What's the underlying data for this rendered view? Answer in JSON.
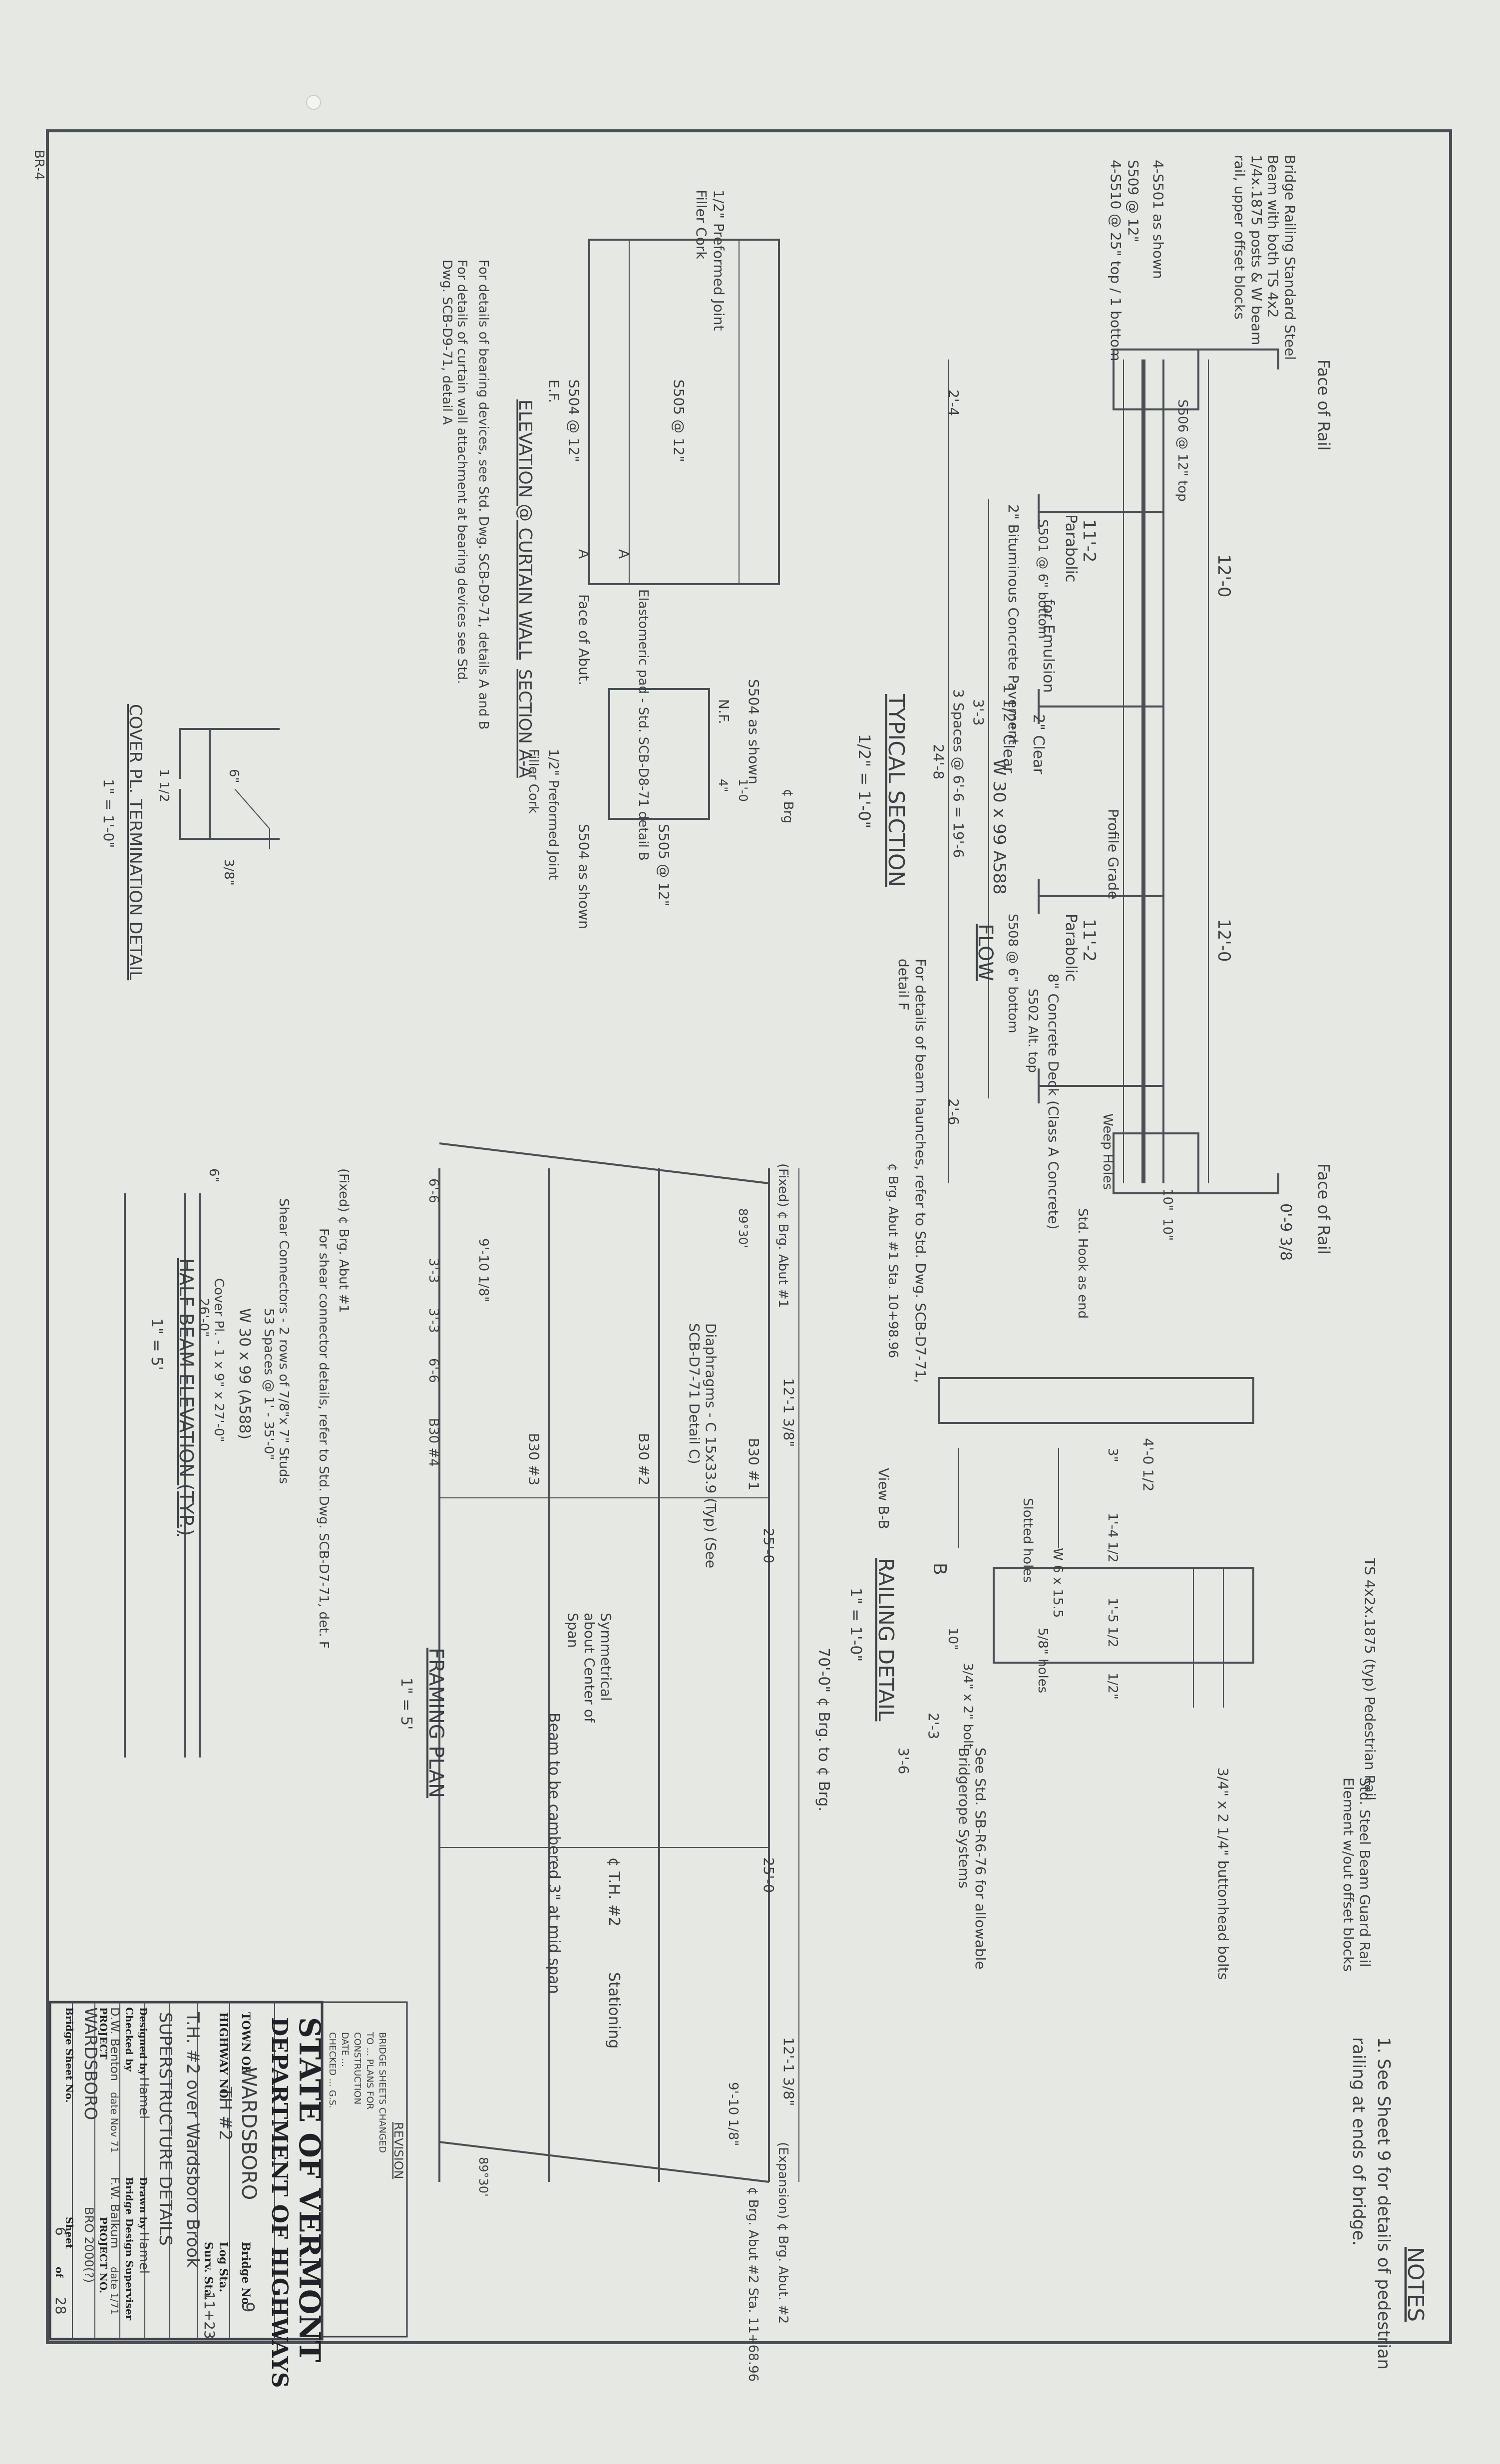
{
  "sheet_mark": "BR-4",
  "title_block": {
    "state": "STATE OF VERMONT",
    "department": "DEPARTMENT OF HIGHWAYS",
    "town_label": "TOWN OF",
    "town": "WARDSBORO",
    "bridge_label": "Bridge No.",
    "bridge_no": "9",
    "highway_label": "HIGHWAY NO.",
    "highway": "TH #2",
    "log_sta_label": "Log Sta.",
    "surv_sta_label": "Surv. Sta.",
    "surv_sta": "11+23",
    "crossing": "T.H. #2 over Wardsboro Brook",
    "sheet_title": "SUPERSTRUCTURE DETAILS",
    "designed_label": "Designed by",
    "designed": "Hamel",
    "drawn_label": "Drawn by",
    "drawn": "Hamel",
    "checked_label": "Checked by",
    "bridge_design_label": "Bridge Design Superviser",
    "checker": "D.W. Benton",
    "checked_date": "date Nov 71",
    "supervisor": "F.W. Balkum",
    "supervisor_date": "date 1/71",
    "project_label": "PROJECT",
    "project": "WARDSBORO",
    "project_no_label": "PROJECT NO.",
    "project_no": "BRO 2000(?)",
    "bridge_sheet_label": "Bridge Sheet No.",
    "sheet_label": "Sheet",
    "sheet_no": "6",
    "of_label": "of",
    "sheet_total": "28"
  },
  "revision_block": {
    "heading": "REVISION",
    "lines": [
      "BRIDGE SHEETS CHANGED",
      "TO ... PLANS FOR",
      "CONSTRUCTION",
      "DATE ...",
      "CHECKED ... G.S."
    ]
  },
  "notes": {
    "heading": "NOTES",
    "items": [
      "1. See Sheet 9 for details of pedestrian",
      "railing at ends of bridge."
    ]
  },
  "typical_section": {
    "title": "TYPICAL SECTION",
    "scale": "1/2\" = 1'-0\"",
    "face_of_rail_1": "Face of Rail",
    "face_of_rail_2": "Face of Rail",
    "width_left": "12'-0",
    "width_right": "12'-0",
    "dim_2_4": "2'-4",
    "dim_2_6": "2'-6",
    "dim_24_8": "24'-8",
    "dim_11_2a": "11'-2",
    "dim_11_2b": "11'-2",
    "dim_3_3": "3'-3",
    "spaces": "3 Spaces @ 6'-6 = 19'-6",
    "parabolic_1": "Parabolic",
    "parabolic_2": "Parabolic",
    "for_emulsion": "for Emulsion",
    "clear_1": "1 1/2\" Clear",
    "clear_2": "2\" Clear",
    "bituminous": "2\" Bituminous Concrete Pavement",
    "profile_grade": "Profile Grade",
    "deck": "8\" Concrete Deck (Class A Concrete)",
    "beam": "W 30 x 99 A588",
    "flow": "FLOW",
    "bars_s506": "S506 @ 12\" top",
    "bars_s501": "S501 @ 6\" bottom",
    "bars_s508": "S508 @ 6\" bottom",
    "bars_s502": "S502 Alt. top",
    "weep": "Weep Holes",
    "std_hook": "Std. Hook as end",
    "railing_left": "Bridge Railing Standard Steel Beam with both TS 4x2 1/4x.1875 posts & W beam rail, upper offset blocks",
    "bars_4s501": "4-S501 as shown",
    "bars_s509": "S509 @ 12\"",
    "bars_4s510": "4-S510 @ 25\" top / 1 bottom",
    "haunch_note": "For details of beam haunches, refer to Std. Dwg. SCB-D7-71, detail F",
    "dim_10a": "10\"",
    "dim_10b": "10\"",
    "dim_0_9": "0'-9 3/8"
  },
  "railing_detail": {
    "title": "RAILING DETAIL",
    "scale": "1\" = 1'-0\"",
    "ts_rail": "TS 4x2x.1875 (typ) Pedestrian Rail",
    "std_steel_beam": "Std. Steel Beam Guard Rail Element w/out offset blocks",
    "bolts": "3/4\" x 2 1/4\" buttonhead bolts",
    "see_sheet": "See Std. SB-R6-76 for allowable Bridgerope Systems",
    "dim_4_0": "4'-0 1/2",
    "dim_3": "3\"",
    "dim_1_4": "1'-4 1/2",
    "dim_1_5": "1'-5 1/2",
    "dim_1_2": "1/2\"",
    "dim_2_3": "2'-3",
    "dim_3_6": "3'-6",
    "dim_10": "10\"",
    "view": "View B-B",
    "b_mark": "B",
    "w6": "W 6 x 15.5",
    "holes": "5/8\" holes",
    "slotted": "Slotted holes",
    "bolt": "3/4\" x 2\" bolt"
  },
  "framing_plan": {
    "title": "FRAMING PLAN",
    "scale": "1\" = 5'",
    "span": "70'-0\" ¢ Brg. to ¢ Brg.",
    "span_a": "25'-0",
    "span_b": "25'-0",
    "end_a": "12'-1 3/8\"",
    "end_b": "12'-1 3/8\"",
    "skew_a": "9'-10 1/8\"",
    "skew_b": "9'-10 1/8\"",
    "beam_1": "B30 #1",
    "beam_2": "B30 #2",
    "beam_3": "B30 #3",
    "beam_4": "B30 #4",
    "diaphragms": "Diaphragms - C 15x33.9 (Typ) (See SCB-D7-71 Detail C)",
    "th2": "¢ T.H. #2",
    "stationing": "Stationing",
    "symmetrical": "Symmetrical about Center of Span",
    "camber": "Beam to be cambered 3\" at mid span",
    "fixed_1": "(Fixed) ¢ Brg. Abut #1",
    "expansion": "(Expansion) ¢ Brg. Abut. #2",
    "brg_abut_1": "¢ Brg. Abut #1 Sta. 10+98.96",
    "brg_abut_2": "¢ Brg. Abut #2 Sta. 11+68.96",
    "angle_1": "89°30'",
    "angle_2": "89°30'",
    "dim_6_6a": "6'-6",
    "dim_3_3a": "3'-3",
    "dim_3_3b": "3'-3",
    "dim_6_6b": "6'-6"
  },
  "half_beam": {
    "title": "HALF BEAM ELEVATION (TYP.)",
    "scale": "1\" = 5'",
    "shear_connectors": "Shear Connectors - 2 rows of 7/8\"x 7\" Studs",
    "spaces": "53 Spaces @ 1' - 35'-0\"",
    "beam": "W 30 x 99 (A588)",
    "cover": "Cover Pl. - 1 x 9\" x 27'-0\"",
    "dim": "26'-0\"",
    "fixed": "(Fixed) ¢ Brg. Abut #1",
    "dim_6": "6\"",
    "shear_note": "For shear connector details, refer to Std. Dwg. SCB-D7-71, det. F"
  },
  "elevation": {
    "title": "ELEVATION @ CURTAIN WALL",
    "bars_s504": "S504 as shown",
    "nf": "N.F.",
    "bars_s505": "S505 @ 12\"",
    "bars_s504b": "S504 @ 12\"",
    "ef": "E.F.",
    "joint": "1/2\" Preformed Joint",
    "filler": "Filler Cork",
    "a1": "A",
    "a2": "A",
    "bearing_note": "For details of bearing devices, see Std. Dwg. SCB-D9-71, details A and B",
    "curtain_note": "For details of curtain wall attachment at bearing devices see Std. Dwg. SCB-D9-71, detail A"
  },
  "section_aa": {
    "title": "SECTION A-A",
    "elastomeric": "Elastomeric pad - Std. SCB-D8-71 detail B",
    "face_abut": "Face of Abut.",
    "brg": "¢ Brg",
    "bars_s505": "S505 @ 12\"",
    "bars_s504": "S504 as shown",
    "joint": "1/2\" Preformed Joint",
    "filler": "Filler Cork",
    "dim_1": "4\"",
    "dim_2": "1'-0"
  },
  "cover_plate": {
    "title": "COVER PL. TERMINATION DETAIL",
    "scale": "1\" = 1'-0\"",
    "dim_6": "6\"",
    "dim_1_2": "1 1/2",
    "weld": "3/8\""
  }
}
